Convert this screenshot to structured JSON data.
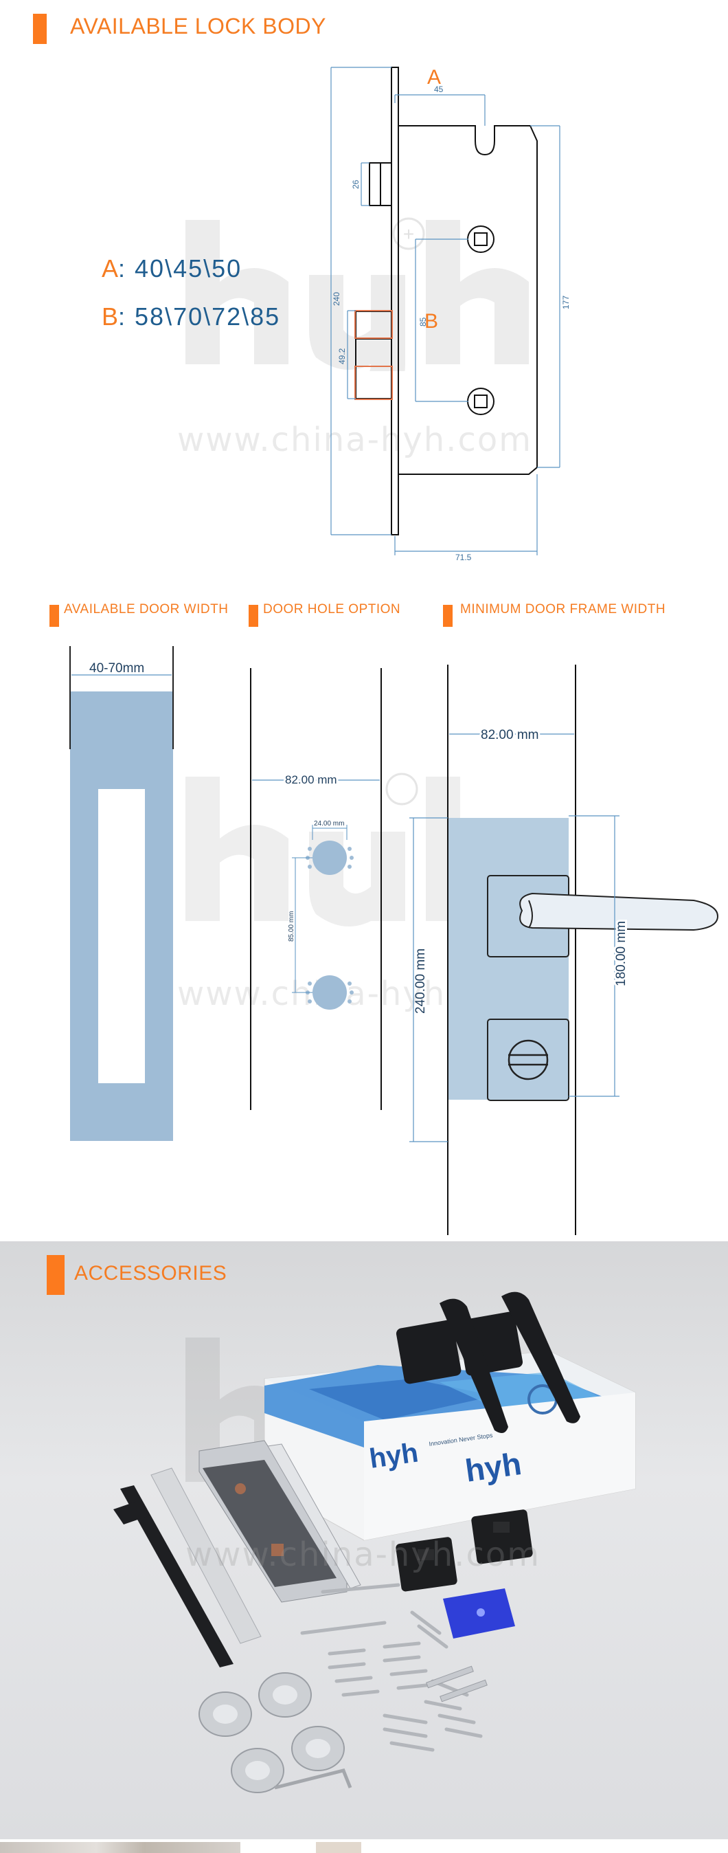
{
  "section1": {
    "title": "AVAILABLE LOCK BODY",
    "spec_a_letter": "A",
    "spec_a_value": ": 40\\45\\50",
    "spec_b_letter": "B",
    "spec_b_value": ": 58\\70\\72\\85",
    "diagram": {
      "label_a": "A",
      "label_b": "B",
      "dim_45": "45",
      "dim_26": "26",
      "dim_240": "240",
      "dim_49_2": "49.2",
      "dim_85": "85",
      "dim_177": "177",
      "dim_71_5": "71.5"
    },
    "watermark": "www.china-hyh.com"
  },
  "section2": {
    "door_width_title": "AVAILABLE DOOR WIDTH",
    "door_hole_title": "DOOR HOLE OPTION",
    "frame_width_title": "MINIMUM DOOR FRAME WIDTH",
    "door_width_value": "40-70mm",
    "hole_width": "82.00 mm",
    "hole_spacing_h": "24.00 mm",
    "hole_spacing_v": "85.00 mm",
    "frame_width": "82.00 mm",
    "frame_height_240": "240.00 mm",
    "frame_height_180": "180.00 mm",
    "watermark": "www.china-hyh.com"
  },
  "section3": {
    "title": "ACCESSORIES",
    "box_brand": "hyh",
    "box_tagline": "Innovation Never Stops",
    "watermark": "www.china-hyh.com"
  },
  "colors": {
    "accent": "#fc7a1e",
    "blue_text": "#1f5d8f",
    "door_blue": "#9fbcd6"
  }
}
